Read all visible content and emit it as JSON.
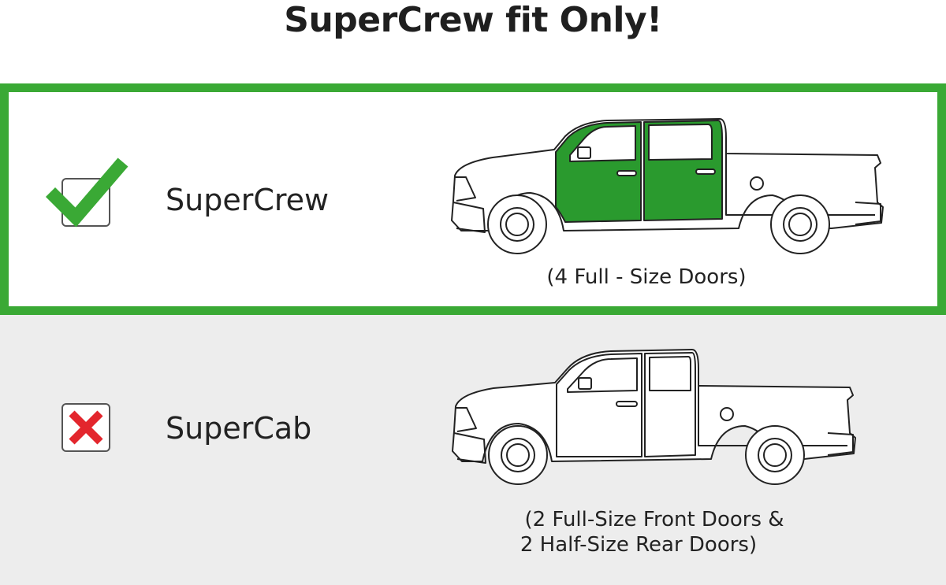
{
  "title": "SuperCrew fit Only!",
  "options": [
    {
      "label": "SuperCrew",
      "status": "fits",
      "status_icon": "check-icon",
      "caption_lines": [
        "(4 Full - Size Doors)"
      ],
      "highlight_color": "#3aa935"
    },
    {
      "label": "SuperCab",
      "status": "does-not-fit",
      "status_icon": "x-icon",
      "caption_lines": [
        "(2 Full-Size Front Doors &",
        "2 Half-Size Rear Doors)"
      ],
      "highlight_color": "#e3262d"
    }
  ],
  "colors": {
    "accent_green": "#3aa935",
    "door_fill_green": "#2a9a2e",
    "cross_red": "#e3262d",
    "background_gray": "#ededed"
  }
}
